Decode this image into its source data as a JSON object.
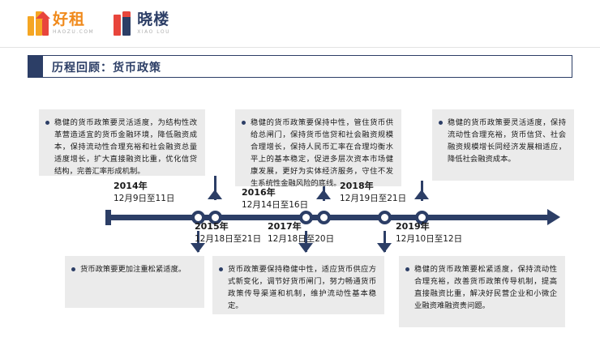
{
  "brand": {
    "logo1_cn": "好租",
    "logo1_en": "HAOZU.COM",
    "logo2_cn": "晓楼",
    "logo2_en": "XIAO LOU"
  },
  "header": {
    "title": "历程回顾：货币政策"
  },
  "timeline": {
    "events": [
      {
        "year": "2014年",
        "range": "12月9日至11日",
        "position": "above",
        "text": "稳健的货币政策要灵活适度，为结构性改革营造适宜的货币金融环境，降低融资成本，保持流动性合理充裕和社会融资总量适度增长，扩大直接融资比重，优化信贷结构，完善汇率形成机制。"
      },
      {
        "year": "2015年",
        "range": "12月18日至21日",
        "position": "below",
        "text": "货币政策要更加注重松紧适度。"
      },
      {
        "year": "2016年",
        "range": "12月14日至16日",
        "position": "above",
        "text": "稳健的货币政策要保持中性，管住货币供给总闸门，保持货币信贷和社会融资规模合理增长，保持人民币汇率在合理均衡水平上的基本稳定，促进多层次资本市场健康发展，更好为实体经济服务，守住不发生系统性金融风险的底线。"
      },
      {
        "year": "2017年",
        "range": "12月18日至20日",
        "position": "below",
        "text": "货币政策要保持稳健中性，适应货币供应方式新变化，调节好货币闸门，努力畅通货币政策传导渠道和机制，维护流动性基本稳定。"
      },
      {
        "year": "2018年",
        "range": "12月19日至21日",
        "position": "above",
        "text": "稳健的货币政策要灵活适度，保持流动性合理充裕，货币信贷、社会融资规模增长同经济发展相适应，降低社会融资成本。"
      },
      {
        "year": "2019年",
        "range": "12月10日至12日",
        "position": "below",
        "text": "稳健的货币政策要松紧适度，保持流动性合理充裕，改善货币政策传导机制，提高直接融资比重，解决好民营企业和小微企业融资难融资贵问题。"
      }
    ]
  },
  "colors": {
    "navy": "#2c3e66",
    "box_bg": "#ebebeb",
    "orange": "#f08a1c",
    "red": "#e8453c"
  }
}
